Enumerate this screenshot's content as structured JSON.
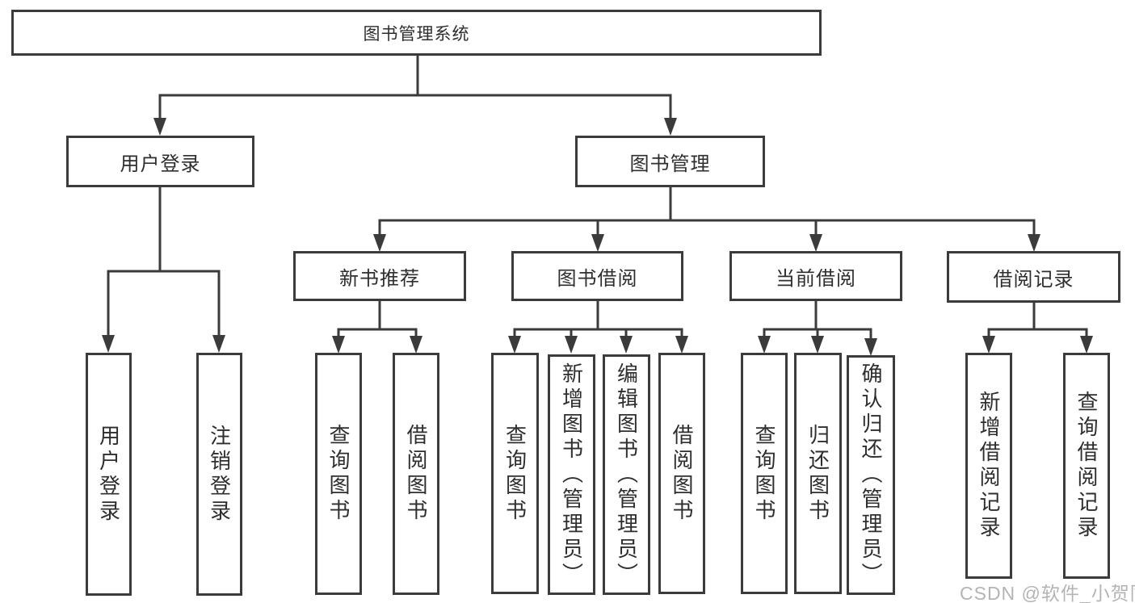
{
  "diagram_type": "hierarchy-tree",
  "tree": {
    "root": {
      "label": "图书管理系统"
    },
    "branches": [
      {
        "label": "用户登录",
        "leaves": [
          "用户登录",
          "注销登录"
        ]
      },
      {
        "label": "图书管理",
        "sections": [
          {
            "label": "新书推荐",
            "leaves": [
              "查询图书",
              "借阅图书"
            ]
          },
          {
            "label": "图书借阅",
            "leaves": [
              "查询图书",
              "新增图书（管理员）",
              "编辑图书（管理员）",
              "借阅图书"
            ]
          },
          {
            "label": "当前借阅",
            "leaves": [
              "查询图书",
              "归还图书",
              "确认归还（管理员）"
            ]
          },
          {
            "label": "借阅记录",
            "leaves": [
              "新增借阅记录",
              "查询借阅记录"
            ]
          }
        ]
      }
    ]
  },
  "watermark": "CSDN @软件_小贺同学",
  "colors": {
    "line": "#3b3b3b",
    "box_border": "#3b3b3b",
    "text": "#2e2e2e",
    "watermark": "#b4b4b4",
    "background": "#ffffff"
  }
}
